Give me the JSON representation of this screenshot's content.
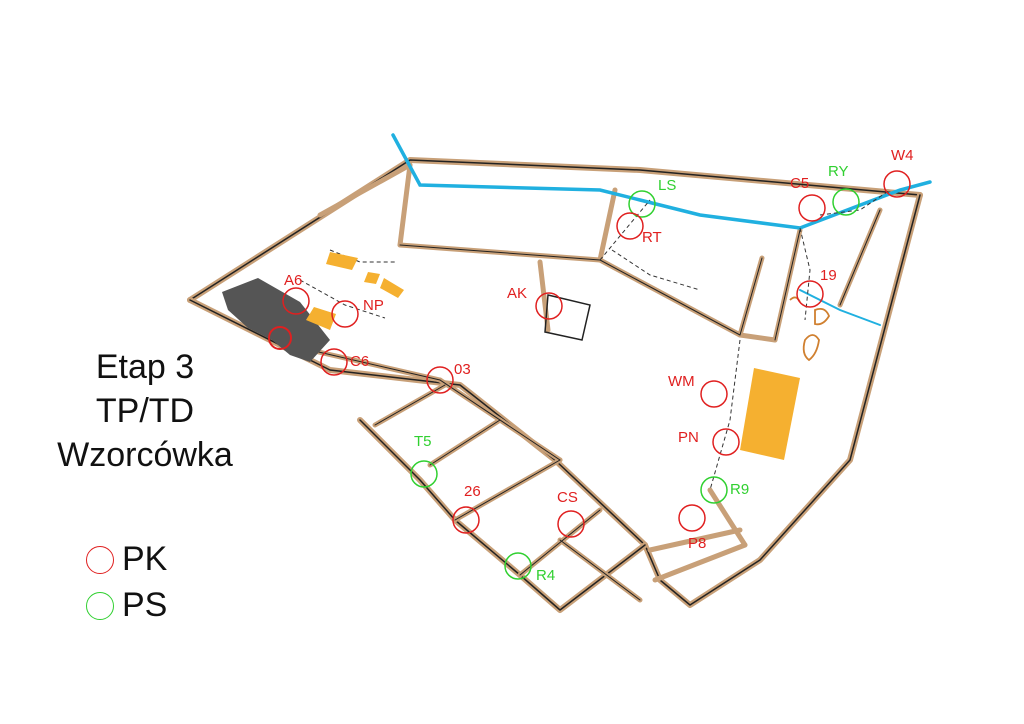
{
  "title_lines": [
    "Etap 3",
    "TP/TD",
    "Wzorcówka"
  ],
  "legend": [
    {
      "label": "PK",
      "color": "#e02020"
    },
    {
      "label": "PS",
      "color": "#30d030"
    }
  ],
  "colors": {
    "pk": "#e02020",
    "ps": "#30d030",
    "road": "#c8a078",
    "wall": "#222222",
    "water": "#20b0e0",
    "building": "#555555",
    "field": "#f5b030"
  },
  "controls": [
    {
      "code": "A6",
      "type": "pk"
    },
    {
      "code": "NP",
      "type": "pk"
    },
    {
      "code": "C6",
      "type": "pk"
    },
    {
      "code": "03",
      "type": "pk"
    },
    {
      "code": "T5",
      "type": "ps"
    },
    {
      "code": "26",
      "type": "pk"
    },
    {
      "code": "R4",
      "type": "ps"
    },
    {
      "code": "CS",
      "type": "pk"
    },
    {
      "code": "AK",
      "type": "pk"
    },
    {
      "code": "LS",
      "type": "ps"
    },
    {
      "code": "RT",
      "type": "pk"
    },
    {
      "code": "C5",
      "type": "pk"
    },
    {
      "code": "RY",
      "type": "ps"
    },
    {
      "code": "W4",
      "type": "pk"
    },
    {
      "code": "19",
      "type": "pk"
    },
    {
      "code": "WM",
      "type": "pk"
    },
    {
      "code": "PN",
      "type": "pk"
    },
    {
      "code": "R9",
      "type": "ps"
    },
    {
      "code": "P8",
      "type": "pk"
    }
  ]
}
